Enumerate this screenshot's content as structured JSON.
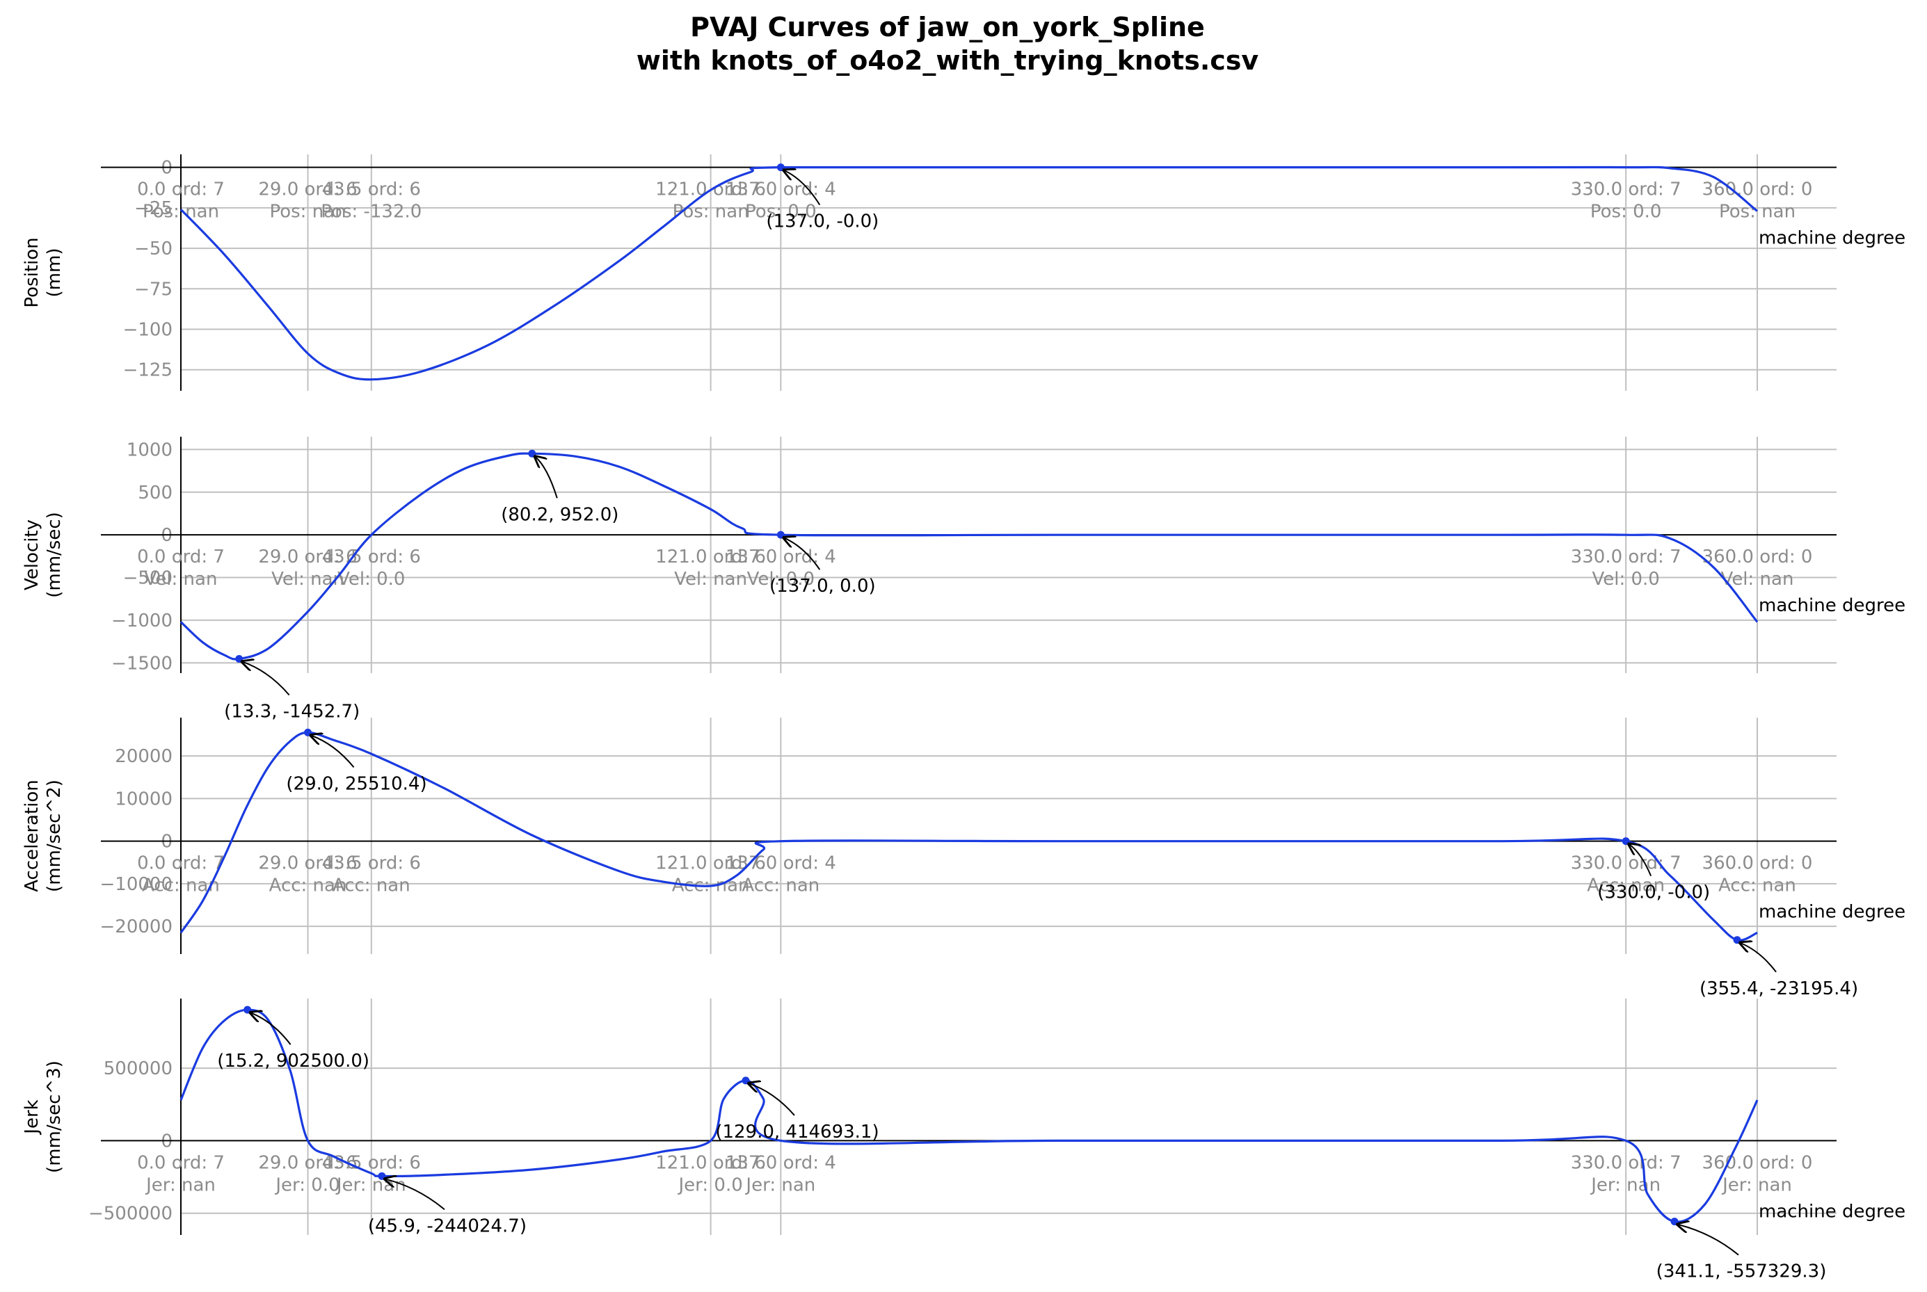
{
  "title_line1": "PVAJ Curves of jaw_on_york_Spline",
  "title_line2": "with knots_of_o4o2_with_trying_knots.csv",
  "x_label": "machine degree",
  "colors": {
    "curve": "#1a3be0",
    "grid": "#c0c0c0",
    "axis": "#000000",
    "tick_text": "#8c8c8c"
  },
  "knots": [
    0.0,
    29.0,
    43.5,
    121.0,
    137.0,
    330.0,
    360.0
  ],
  "chart_data": [
    {
      "type": "line",
      "id": "position",
      "ylabel": [
        "Position",
        "(mm)"
      ],
      "prefix": "Pos",
      "ylim": [
        -138,
        8
      ],
      "yticks": [
        0,
        -25,
        -50,
        -75,
        -100,
        -125
      ],
      "x": [
        0,
        10,
        20,
        29,
        36,
        43.5,
        55,
        70,
        85,
        100,
        110,
        121,
        130,
        137,
        200,
        300,
        330,
        340,
        350,
        360
      ],
      "y": [
        -26,
        -54,
        -86,
        -115,
        -127,
        -131,
        -126,
        -110,
        -86,
        -58,
        -37,
        -14,
        -3,
        0,
        0,
        0,
        0,
        -0.5,
        -6,
        -27
      ],
      "knot_labels": [
        {
          "ord": "0.0 ord: 7",
          "val": "Pos: nan"
        },
        {
          "ord": "29.0 ord: 6",
          "val": "Pos: nan"
        },
        {
          "ord": "43.5 ord: 6",
          "val": "Pos: -132.0"
        },
        {
          "ord": "121.0 ord: 6",
          "val": "Pos: nan"
        },
        {
          "ord": "137.0 ord: 4",
          "val": "Pos: 0.0"
        },
        {
          "ord": "330.0 ord: 7",
          "val": "Pos: 0.0"
        },
        {
          "ord": "360.0 ord: 0",
          "val": "Pos: nan"
        }
      ],
      "annotations": [
        {
          "x": 137.0,
          "y": 0,
          "label": "(137.0, -0.0)"
        }
      ]
    },
    {
      "type": "line",
      "id": "velocity",
      "ylabel": [
        "Velocity",
        "(mm/sec)"
      ],
      "prefix": "Vel",
      "ylim": [
        -1620,
        1150
      ],
      "yticks": [
        1000,
        500,
        0,
        -500,
        -1000,
        -1500
      ],
      "x": [
        0,
        5,
        10,
        13.3,
        20,
        29,
        36,
        43.5,
        55,
        65,
        75,
        80.2,
        90,
        100,
        110,
        121,
        128,
        137,
        200,
        300,
        330,
        340,
        350,
        360
      ],
      "y": [
        -1020,
        -1260,
        -1410,
        -1452.7,
        -1330,
        -900,
        -480,
        0,
        480,
        780,
        930,
        952,
        920,
        800,
        580,
        300,
        80,
        0,
        0,
        0,
        0,
        -40,
        -380,
        -1020
      ],
      "knot_labels": [
        {
          "ord": "0.0 ord: 7",
          "val": "Vel: nan"
        },
        {
          "ord": "29.0 ord: 6",
          "val": "Vel: nan"
        },
        {
          "ord": "43.5 ord: 6",
          "val": "Vel: 0.0"
        },
        {
          "ord": "121.0 ord: 6",
          "val": "Vel: nan"
        },
        {
          "ord": "137.0 ord: 4",
          "val": "Vel: 0.0"
        },
        {
          "ord": "330.0 ord: 7",
          "val": "Vel: 0.0"
        },
        {
          "ord": "360.0 ord: 0",
          "val": "Vel: nan"
        }
      ],
      "annotations": [
        {
          "x": 80.2,
          "y": 952.0,
          "label": "(80.2, 952.0)"
        },
        {
          "x": 137.0,
          "y": 0,
          "label": "(137.0, 0.0)"
        },
        {
          "x": 13.3,
          "y": -1452.7,
          "label": "(13.3, -1452.7)"
        }
      ]
    },
    {
      "type": "line",
      "id": "acceleration",
      "ylabel": [
        "Acceleration",
        "(mm/sec^2)"
      ],
      "prefix": "Acc",
      "ylim": [
        -26500,
        29000
      ],
      "yticks": [
        20000,
        10000,
        0,
        -10000,
        -20000
      ],
      "x": [
        0,
        5,
        10,
        15,
        20,
        25,
        29,
        35,
        43.5,
        60,
        80,
        100,
        110,
        121,
        127,
        133,
        137,
        200,
        300,
        330,
        340,
        350,
        355.4,
        360
      ],
      "y": [
        -21500,
        -14000,
        -3500,
        8000,
        17500,
        23500,
        25510,
        23700,
        20500,
        12500,
        1500,
        -7000,
        -9500,
        -10500,
        -8000,
        -2000,
        0,
        0,
        0,
        0,
        -8000,
        -18500,
        -23195,
        -21500
      ],
      "knot_labels": [
        {
          "ord": "0.0 ord: 7",
          "val": "Acc: nan"
        },
        {
          "ord": "29.0 ord: 6",
          "val": "Acc: nan"
        },
        {
          "ord": "43.5 ord: 6",
          "val": "Acc: nan"
        },
        {
          "ord": "121.0 ord: 6",
          "val": "Acc: nan"
        },
        {
          "ord": "137.0 ord: 4",
          "val": "Acc: nan"
        },
        {
          "ord": "330.0 ord: 7",
          "val": "Acc: nan"
        },
        {
          "ord": "360.0 ord: 0",
          "val": "Acc: nan"
        }
      ],
      "annotations": [
        {
          "x": 29.0,
          "y": 25510.4,
          "label": "(29.0, 25510.4)"
        },
        {
          "x": 330.0,
          "y": 0,
          "label": "(330.0, -0.0)"
        },
        {
          "x": 355.4,
          "y": -23195.4,
          "label": "(355.4, -23195.4)"
        }
      ]
    },
    {
      "type": "line",
      "id": "jerk",
      "ylabel": [
        "Jerk",
        "(mm/sec^3)"
      ],
      "prefix": "Jer",
      "ylim": [
        -650000,
        980000
      ],
      "yticks": [
        500000,
        0,
        -500000
      ],
      "x": [
        0,
        5,
        10,
        15.2,
        20,
        25,
        29,
        35,
        43.5,
        45.9,
        60,
        80,
        100,
        110,
        121,
        124,
        129,
        133,
        137,
        200,
        300,
        330,
        335,
        341.1,
        348,
        355,
        360
      ],
      "y": [
        280000,
        640000,
        830000,
        902500,
        830000,
        480000,
        0,
        -110000,
        -225000,
        -244000,
        -235000,
        -200000,
        -130000,
        -75000,
        0,
        290000,
        414693,
        290000,
        0,
        0,
        0,
        0,
        -370000,
        -557329,
        -440000,
        -50000,
        280000
      ],
      "knot_labels": [
        {
          "ord": "0.0 ord: 7",
          "val": "Jer: nan"
        },
        {
          "ord": "29.0 ord: 6",
          "val": "Jer: 0.0"
        },
        {
          "ord": "43.5 ord: 6",
          "val": "Jer: nan"
        },
        {
          "ord": "121.0 ord: 6",
          "val": "Jer: 0.0"
        },
        {
          "ord": "137.0 ord: 4",
          "val": "Jer: nan"
        },
        {
          "ord": "330.0 ord: 7",
          "val": "Jer: nan"
        },
        {
          "ord": "360.0 ord: 0",
          "val": "Jer: nan"
        }
      ],
      "annotations": [
        {
          "x": 15.2,
          "y": 902500.0,
          "label": "(15.2, 902500.0)"
        },
        {
          "x": 129.0,
          "y": 414693.1,
          "label": "(129.0, 414693.1)"
        },
        {
          "x": 45.9,
          "y": -244024.7,
          "label": "(45.9, -244024.7)"
        },
        {
          "x": 341.1,
          "y": -557329.3,
          "label": "(341.1, -557329.3)"
        }
      ]
    }
  ]
}
